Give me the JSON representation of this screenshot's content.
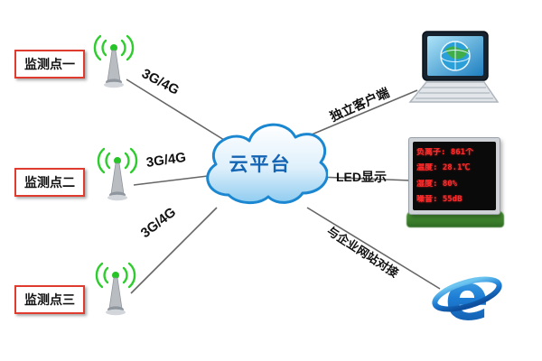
{
  "diagram": {
    "title_hint": "cloud-platform-monitoring-topology",
    "cloud": {
      "label": "云平台"
    },
    "monitor_points": [
      {
        "label": "监测点一"
      },
      {
        "label": "监测点二"
      },
      {
        "label": "监测点三"
      }
    ],
    "links": {
      "uplink1": "3G/4G",
      "uplink2": "3G/4G",
      "uplink3": "3G/4G",
      "client": "独立客户端",
      "led": "LED显示",
      "website": "与企业网站对接"
    },
    "led_screen": {
      "rows": [
        "负离子: 861个",
        "温度: 28.1℃",
        "湿度: 80%",
        "噪音: 55dB"
      ]
    },
    "colors": {
      "cloud_stroke": "#1b87d0",
      "antenna_green": "#2ecc2e",
      "label_border": "#e03b2f",
      "led_text": "#ff2b2b",
      "line": "#666666"
    }
  }
}
